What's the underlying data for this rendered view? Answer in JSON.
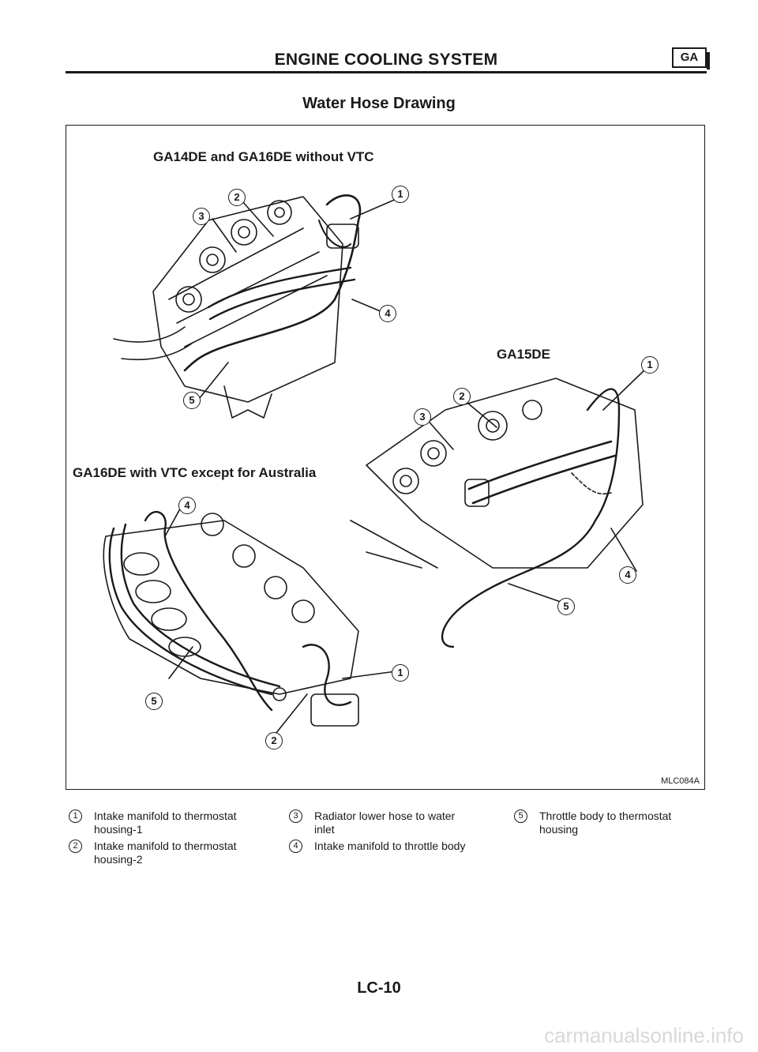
{
  "header": {
    "section_title": "ENGINE COOLING SYSTEM",
    "badge": "GA"
  },
  "page_title": "Water Hose Drawing",
  "figure": {
    "labels": {
      "top_left": "GA14DE and GA16DE without VTC",
      "right": "GA15DE",
      "bottom_left": "GA16DE with VTC except for Australia"
    },
    "code": "MLC084A",
    "callouts": [
      "1",
      "2",
      "3",
      "4",
      "5"
    ]
  },
  "legend": [
    {
      "number": "1",
      "lines": [
        "Intake manifold to thermostat",
        "housing-1"
      ]
    },
    {
      "number": "2",
      "lines": [
        "Intake manifold to thermostat",
        "housing-2"
      ]
    },
    {
      "number": "3",
      "lines": [
        "Radiator lower hose to water",
        "inlet"
      ]
    },
    {
      "number": "4",
      "lines": [
        "Intake manifold to throttle body"
      ]
    },
    {
      "number": "5",
      "lines": [
        "Throttle body to thermostat",
        "housing"
      ]
    }
  ],
  "page_number": "LC-10",
  "watermark": "carmanualsonline.info"
}
